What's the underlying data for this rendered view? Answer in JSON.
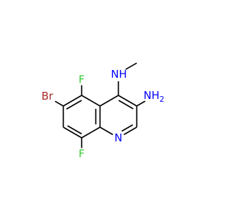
{
  "structure": {
    "atoms": {
      "F_top": {
        "symbol": "F",
        "color": "#33cc33"
      },
      "F_bottom": {
        "symbol": "F",
        "color": "#33cc33"
      },
      "Br": {
        "symbol": "Br",
        "color": "#a52a2a"
      },
      "N_ring": {
        "symbol": "N",
        "color": "#0000ff"
      },
      "NH_methyl": {
        "symbol": "NH",
        "color": "#0000ff"
      },
      "NH2": {
        "symbol": "NH",
        "subscript": "2",
        "color": "#0000ff"
      }
    },
    "bond_color": "#000000"
  }
}
